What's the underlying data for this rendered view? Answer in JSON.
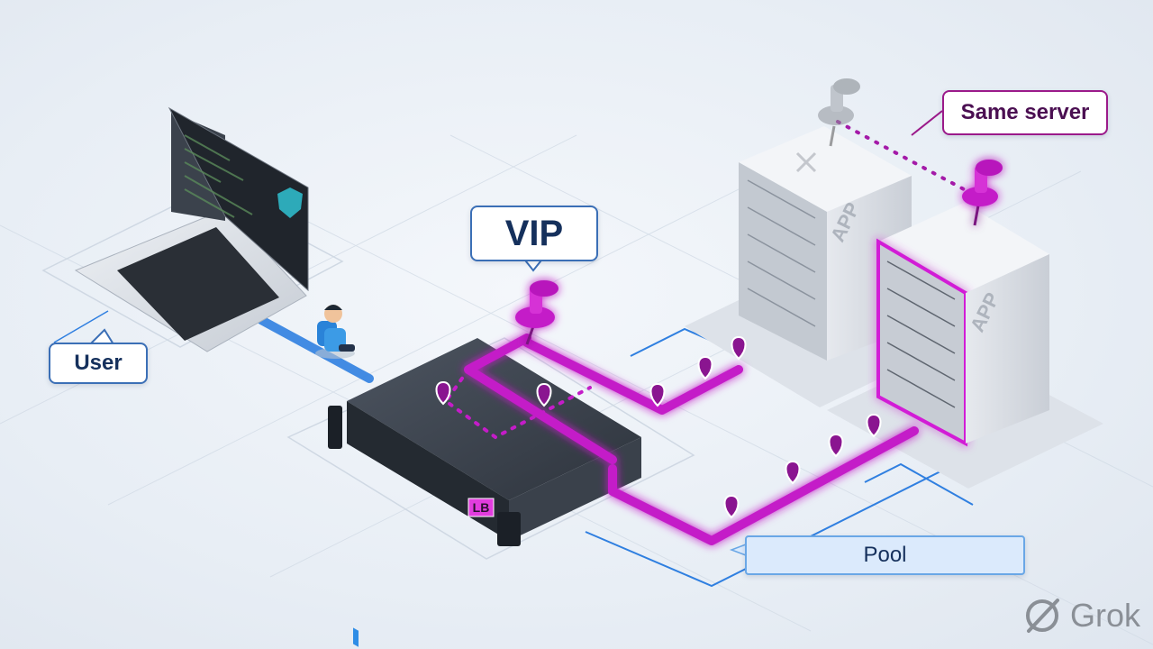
{
  "labels": {
    "vip": "VIP",
    "user": "User",
    "same_server": "Same server",
    "pool": "Pool",
    "lb_badge": "LB",
    "server_app_1": "APP",
    "server_app_2": "APP"
  },
  "brand": {
    "name": "Grok",
    "icon": "grok-logo-icon"
  },
  "colors": {
    "flow_magenta": "#d21bd6",
    "network_blue": "#2f7fe0",
    "callout_border_blue": "#3b6fb6",
    "callout_border_purple": "#9b1a8a",
    "pool_fill": "#dbeafc"
  }
}
